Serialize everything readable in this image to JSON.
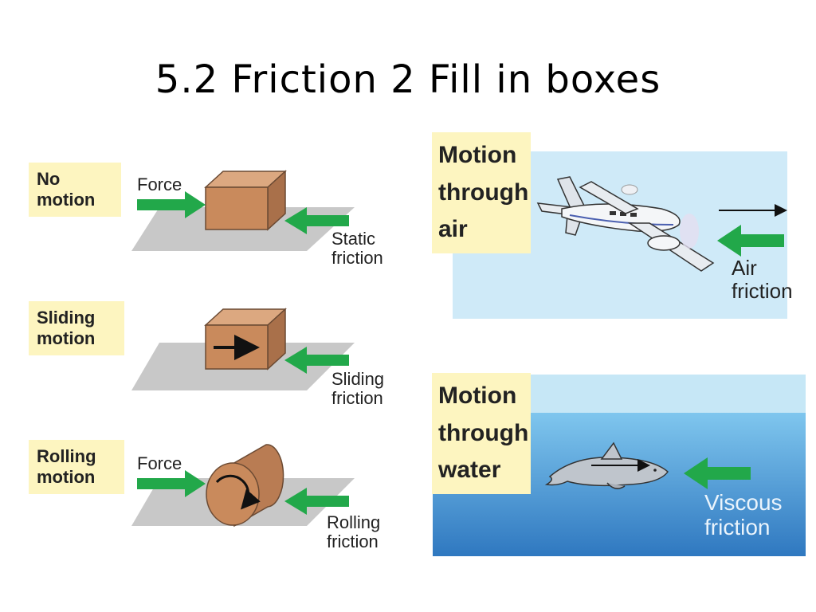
{
  "title": "5.2 Friction 2 Fill in boxes",
  "panels": {
    "no_motion": {
      "label_line1": "No",
      "label_line2": "motion",
      "force": "Force",
      "friction_line1": "Static",
      "friction_line2": "friction"
    },
    "sliding_motion": {
      "label_line1": "Sliding",
      "label_line2": "motion",
      "friction_line1": "Sliding",
      "friction_line2": "friction"
    },
    "rolling_motion": {
      "label_line1": "Rolling",
      "label_line2": "motion",
      "force": "Force",
      "friction_line1": "Rolling",
      "friction_line2": "friction"
    },
    "air": {
      "label_line1": "Motion",
      "label_line2": "through",
      "label_line3": "air",
      "friction_line1": "Air",
      "friction_line2": "friction"
    },
    "water": {
      "label_line1": "Motion",
      "label_line2": "through",
      "label_line3": "water",
      "friction_line1": "Viscous",
      "friction_line2": "friction"
    }
  },
  "colors": {
    "label_bg": "#fdf5c0",
    "arrow_green": "#22a84a",
    "box_brown": "#c98a5c",
    "floor_gray": "#c8c8c8",
    "sky_blue": "#cfeaf8",
    "water_blue": "#2f7fc4"
  }
}
